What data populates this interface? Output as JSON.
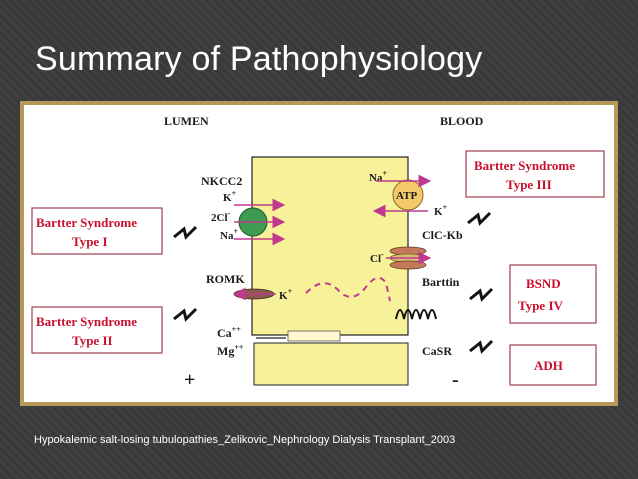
{
  "slide": {
    "title": "Summary of Pathophysiology",
    "citation": "Hypokalemic salt-losing tubulopathies_Zelikovic_Nephrology Dialysis Transplant_2003"
  },
  "diagram": {
    "lumen": "LUMEN",
    "blood": "BLOOD",
    "nkcc2": "NKCC2",
    "k_plus": "K",
    "two_cl": "2Cl",
    "na_plus": "Na",
    "romk": "ROMK",
    "ca": "Ca",
    "mg": "Mg",
    "atp": "ATP",
    "clc_kb": "ClC-Kb",
    "cl": "Cl",
    "barttin": "Barttin",
    "casr": "CaSR",
    "plus_sign": "+",
    "minus_sign": "-",
    "sup_plus": "+",
    "sup_minus": "-",
    "sup_plusplus": "++",
    "boxes": {
      "type1_line1": "Bartter Syndrome",
      "type1_line2": "Type I",
      "type2_line1": "Bartter Syndrome",
      "type2_line2": "Type II",
      "type3_line1": "Bartter Syndrome",
      "type3_line2": "Type III",
      "type4_line1": "BSND",
      "type4_line2": "Type IV",
      "adh": "ADH"
    },
    "colors": {
      "cell": "#f7f29a",
      "cell_stroke": "#222222",
      "atp_fill": "#f4c96a",
      "nkcc2_fill": "#3f9a52",
      "romk_fill": "#8a5a4a",
      "clc_fill": "#c47a5a",
      "arrow_magenta": "#c0398d",
      "box_stroke": "#a04050",
      "box_text": "#c8102e",
      "frame": "#b79a5a"
    }
  }
}
